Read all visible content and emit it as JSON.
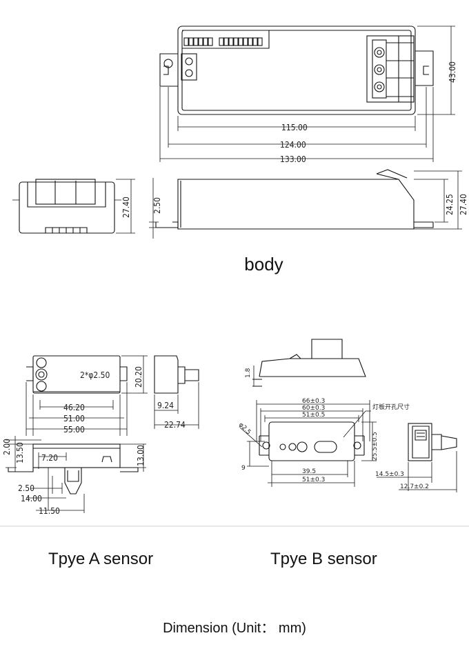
{
  "captions": {
    "body": "body",
    "type_a": "Tpye A sensor",
    "type_b": "Tpye B sensor",
    "dimension": "Dimension (Unit： mm)"
  },
  "body_dims": {
    "w115": "115.00",
    "w124": "124.00",
    "w133": "133.00",
    "h43": "43.00",
    "side_h": "27.40",
    "t250": "2.50",
    "h2425": "24.25",
    "h2740": "27.40"
  },
  "type_a_dims": {
    "holes": "2*φ2.50",
    "h2020": "20.20",
    "w4620": "46.20",
    "w5100": "51.00",
    "w5500": "55.00",
    "d924": "9.24",
    "d2274": "22.74",
    "v200": "2.00",
    "v1350": "13.50",
    "v720": "7.20",
    "v1300": "13.00",
    "v250": "2.50",
    "v1400": "14.00",
    "v1150": "11.50"
  },
  "type_b_dims": {
    "h18": "1.8",
    "w66": "66±0.3",
    "w60": "60±0.3",
    "w51": "51±0.5",
    "cutout_label": "灯板开孔尺寸",
    "phi": "φ2.5",
    "h255": "25.5±0.5",
    "v9": "9",
    "w395": "39.5",
    "w51b": "51±0.3",
    "d145": "14.5±0.3",
    "d127": "12.7±0.2"
  }
}
